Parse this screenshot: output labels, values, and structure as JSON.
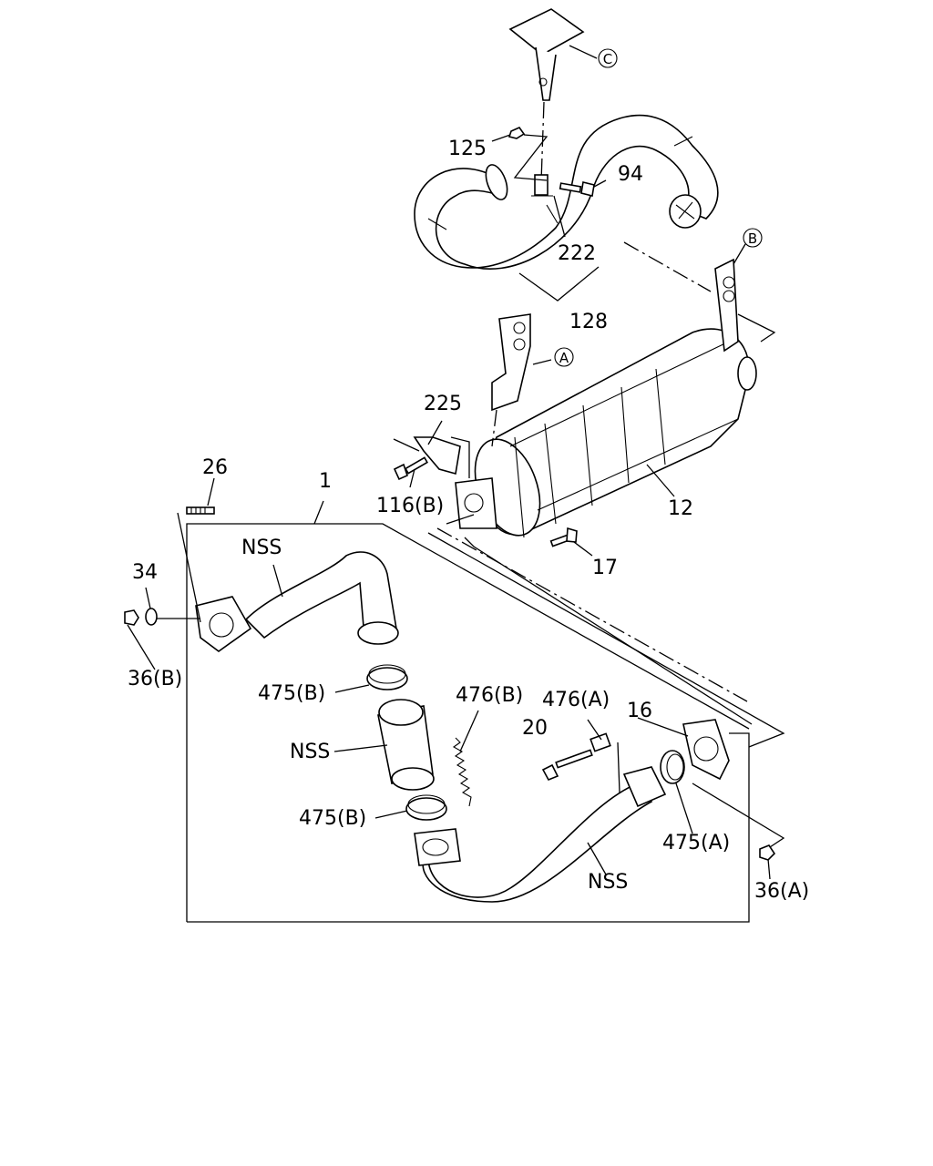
{
  "diagram": {
    "callouts": {
      "c125": "125",
      "c94": "94",
      "c222": "222",
      "c128": "128",
      "c225": "225",
      "c116b": "116(B)",
      "c12": "12",
      "c17": "17",
      "c26": "26",
      "c1": "1",
      "c34": "34",
      "c36b": "36(B)",
      "c475b_top": "475(B)",
      "c475b_bottom": "475(B)",
      "c476b": "476(B)",
      "c476a": "476(A)",
      "c20": "20",
      "c16": "16",
      "c475a": "475(A)",
      "c36a": "36(A)"
    },
    "nss_labels": {
      "nss_front_pipe": "NSS",
      "nss_center_pipe": "NSS",
      "nss_rear_pipe": "NSS"
    },
    "ref_markers": {
      "ref_a": "A",
      "ref_b": "B",
      "ref_c": "C"
    }
  }
}
